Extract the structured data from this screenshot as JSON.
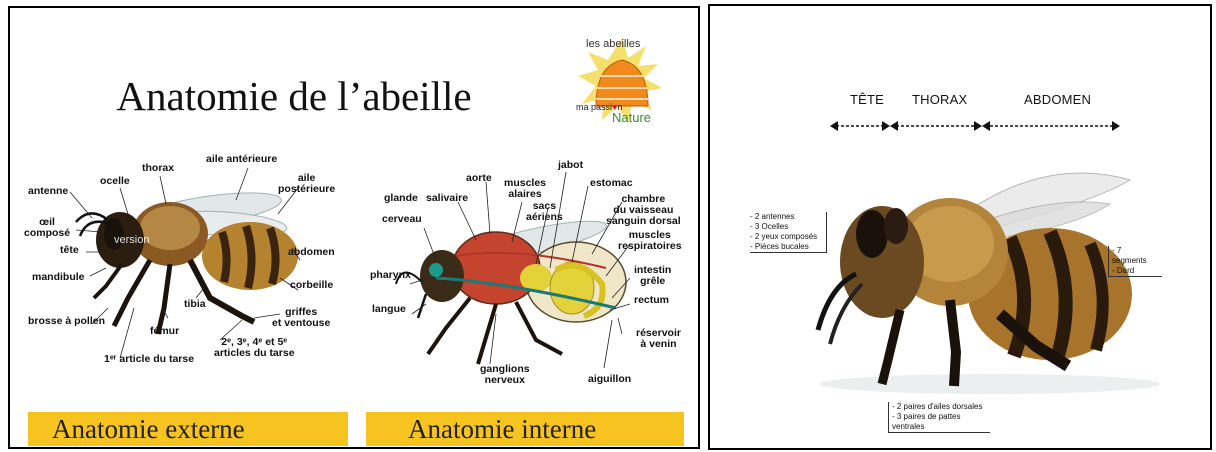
{
  "left": {
    "title": "Anatomie de l’abeille",
    "logo": {
      "top": "les abeilles",
      "line": "ma passi",
      "heart": "♥",
      "after": "n",
      "nature": "Nature"
    },
    "watermark": "version",
    "external_label": "Anatomie externe",
    "internal_label": "Anatomie interne",
    "external_parts": {
      "antenne": "antenne",
      "oeil": "œil\ncomposé",
      "tete": "tête",
      "mandibule": "mandibule",
      "brosse": "brosse à pollen",
      "ocelle": "ocelle",
      "thorax": "thorax",
      "aile_ant": "aile antérieure",
      "aile_post": "aile\npostérieure",
      "abdomen": "abdomen",
      "corbeille": "corbeille",
      "griffes": "griffes\net ventouse",
      "tibia": "tibia",
      "femur": "fémur",
      "tarse1": "1ᵉʳ article du tarse",
      "tarse2": "2ᵉ, 3ᵉ, 4ᵉ et 5ᵉ\narticles du tarse"
    },
    "internal_parts": {
      "glande": "glande",
      "salivaire": "salivaire",
      "aorte": "aorte",
      "muscles_alaires": "muscles\nalaires",
      "sacs": "sacs\naériens",
      "jabot": "jabot",
      "estomac": "estomac",
      "chambre": "chambre\ndu vaisseau\nsanguin dorsal",
      "muscles_resp": "muscles\nrespiratoires",
      "intestin": "intestin\ngrêle",
      "rectum": "rectum",
      "reservoir": "réservoir\nà venin",
      "aiguillon": "aiguillon",
      "ganglions": "ganglions\nnerveux",
      "cerveau": "cerveau",
      "pharynx": "pharynx",
      "langue": "langue"
    }
  },
  "right": {
    "segments": [
      "TÊTE",
      "THORAX",
      "ABDOMEN"
    ],
    "head_notes": [
      "- 2 antennes",
      "- 3 Ocelles",
      "- 2 yeux composés",
      "- Pièces bucales"
    ],
    "abdomen_notes": [
      "- 7 segments",
      "- Dard"
    ],
    "thorax_notes": [
      "- 2  paires d'ailes dorsales",
      "- 3 paires de pattes ventrales"
    ]
  },
  "colors": {
    "band": "#f6c320",
    "logo_orange": "#f08a1c",
    "logo_green": "#7ab32e"
  }
}
